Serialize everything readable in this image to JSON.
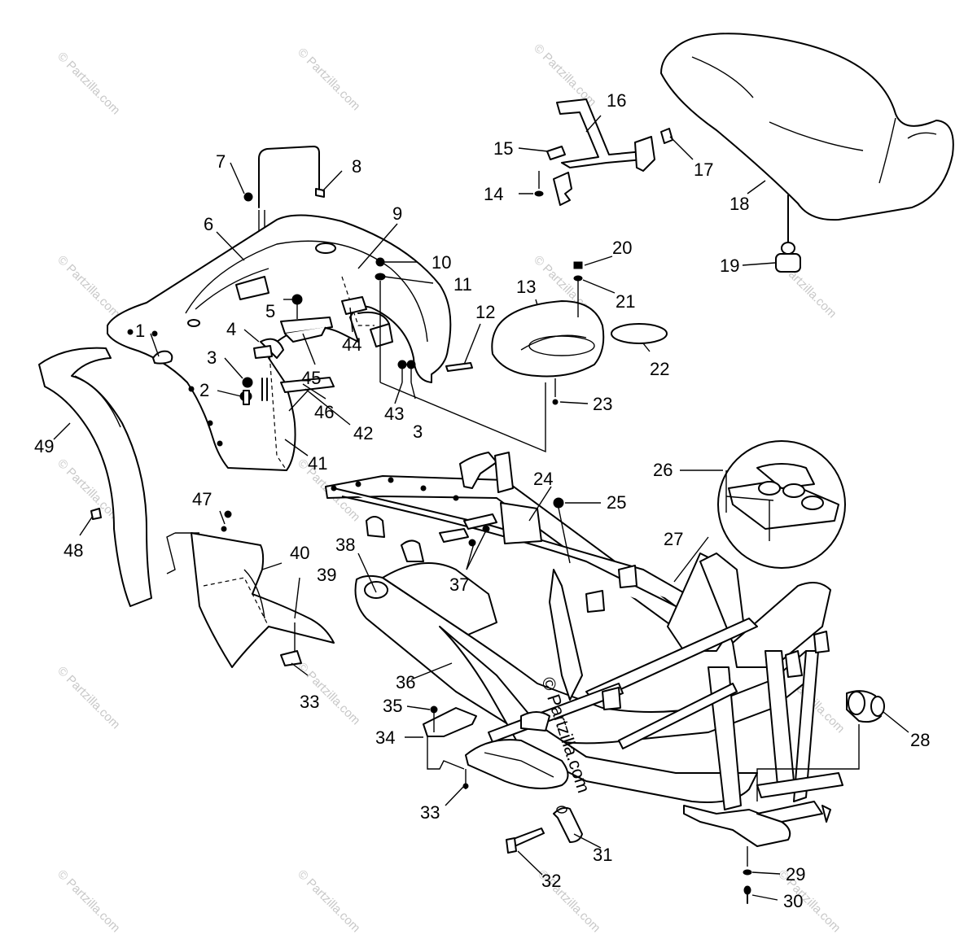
{
  "watermark": "© Partzilla.com",
  "frame_watermark": "© Partzilla.com",
  "callouts": {
    "c1": "1",
    "c2": "2",
    "c3a": "3",
    "c3b": "3",
    "c4": "4",
    "c5": "5",
    "c6": "6",
    "c7": "7",
    "c8": "8",
    "c9": "9",
    "c10": "10",
    "c11": "11",
    "c12": "12",
    "c13": "13",
    "c14": "14",
    "c15": "15",
    "c16": "16",
    "c17": "17",
    "c18": "18",
    "c19": "19",
    "c20": "20",
    "c21": "21",
    "c22": "22",
    "c23": "23",
    "c24": "24",
    "c25": "25",
    "c26": "26",
    "c27": "27",
    "c28": "28",
    "c29": "29",
    "c30": "30",
    "c31": "31",
    "c32": "32",
    "c33a": "33",
    "c33b": "33",
    "c34": "34",
    "c35": "35",
    "c36": "36",
    "c37": "37",
    "c38": "38",
    "c39": "39",
    "c40": "40",
    "c41": "41",
    "c42": "42",
    "c43": "43",
    "c44": "44",
    "c45": "45",
    "c46": "46",
    "c47": "47",
    "c48": "48",
    "c49": "49"
  }
}
